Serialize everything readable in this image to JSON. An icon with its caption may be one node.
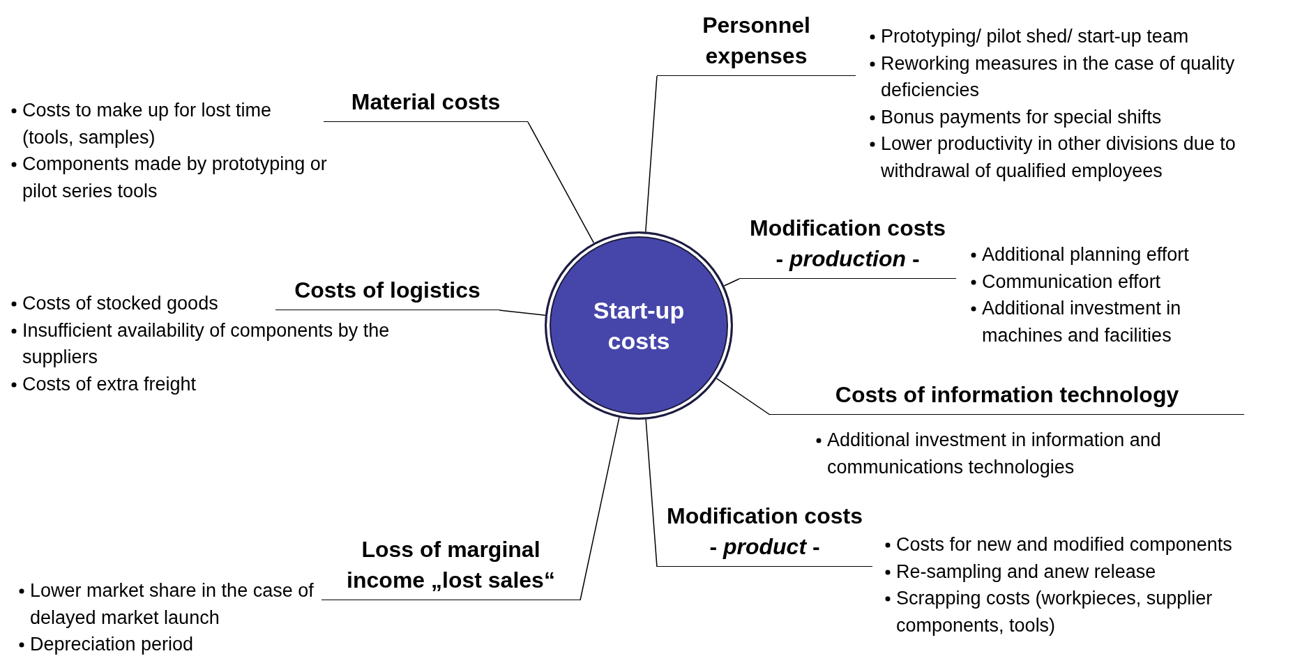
{
  "diagram": {
    "nodes": [
      {
        "text": [
          "Start-up costs"
        ]
      },
      {
        "text": [
          "Personnel expenses"
        ],
        "beside": [
          "Prototyping/ pilot shed/ start-up team",
          "Reworking measures in the case of quality deficiencies",
          "Bonus payments for special shifts",
          "Lower productivity in other divisions due to withdrawal of qualified employees"
        ]
      },
      {
        "text": [
          "Material costs"
        ],
        "beside": [
          "Costs to make up for lost time (tools, samples)",
          "Components made by prototyping or pilot series tools"
        ]
      },
      {
        "text": [
          "Costs  of logistics"
        ],
        "beside": [
          "Costs of stocked goods",
          "Insufficient availability of components by the suppliers",
          "Costs of extra freight"
        ]
      },
      {
        "text": [
          "Modification costs",
          "- *production* -"
        ],
        "beside": [
          "Additional planning effort",
          "Communication effort",
          "Additional investment in machines and facilities"
        ]
      },
      {
        "text": [
          "Costs of information technology"
        ],
        "beside": [
          "Additional investment in information and communications technologies"
        ]
      },
      {
        "text": [
          "Modification costs",
          "- *product* -"
        ],
        "beside": [
          "Costs for new and modified components",
          "Re-sampling and anew release",
          "Scrapping costs (workpieces, supplier components, tools)"
        ]
      },
      {
        "text": [
          "Loss of marginal income „lost sales“"
        ],
        "beside": [
          "Lower market share in the case of delayed market launch",
          "Depreciation period"
        ]
      }
    ],
    "edges": [
      {
        "from": 0,
        "to": 1,
        "arrow": "none"
      },
      {
        "from": 0,
        "to": 2,
        "arrow": "none"
      },
      {
        "from": 0,
        "to": 3,
        "arrow": "none"
      },
      {
        "from": 0,
        "to": 4,
        "arrow": "none"
      },
      {
        "from": 0,
        "to": 5,
        "arrow": "none"
      },
      {
        "from": 0,
        "to": 6,
        "arrow": "none"
      },
      {
        "from": 0,
        "to": 7,
        "arrow": "none"
      }
    ]
  }
}
